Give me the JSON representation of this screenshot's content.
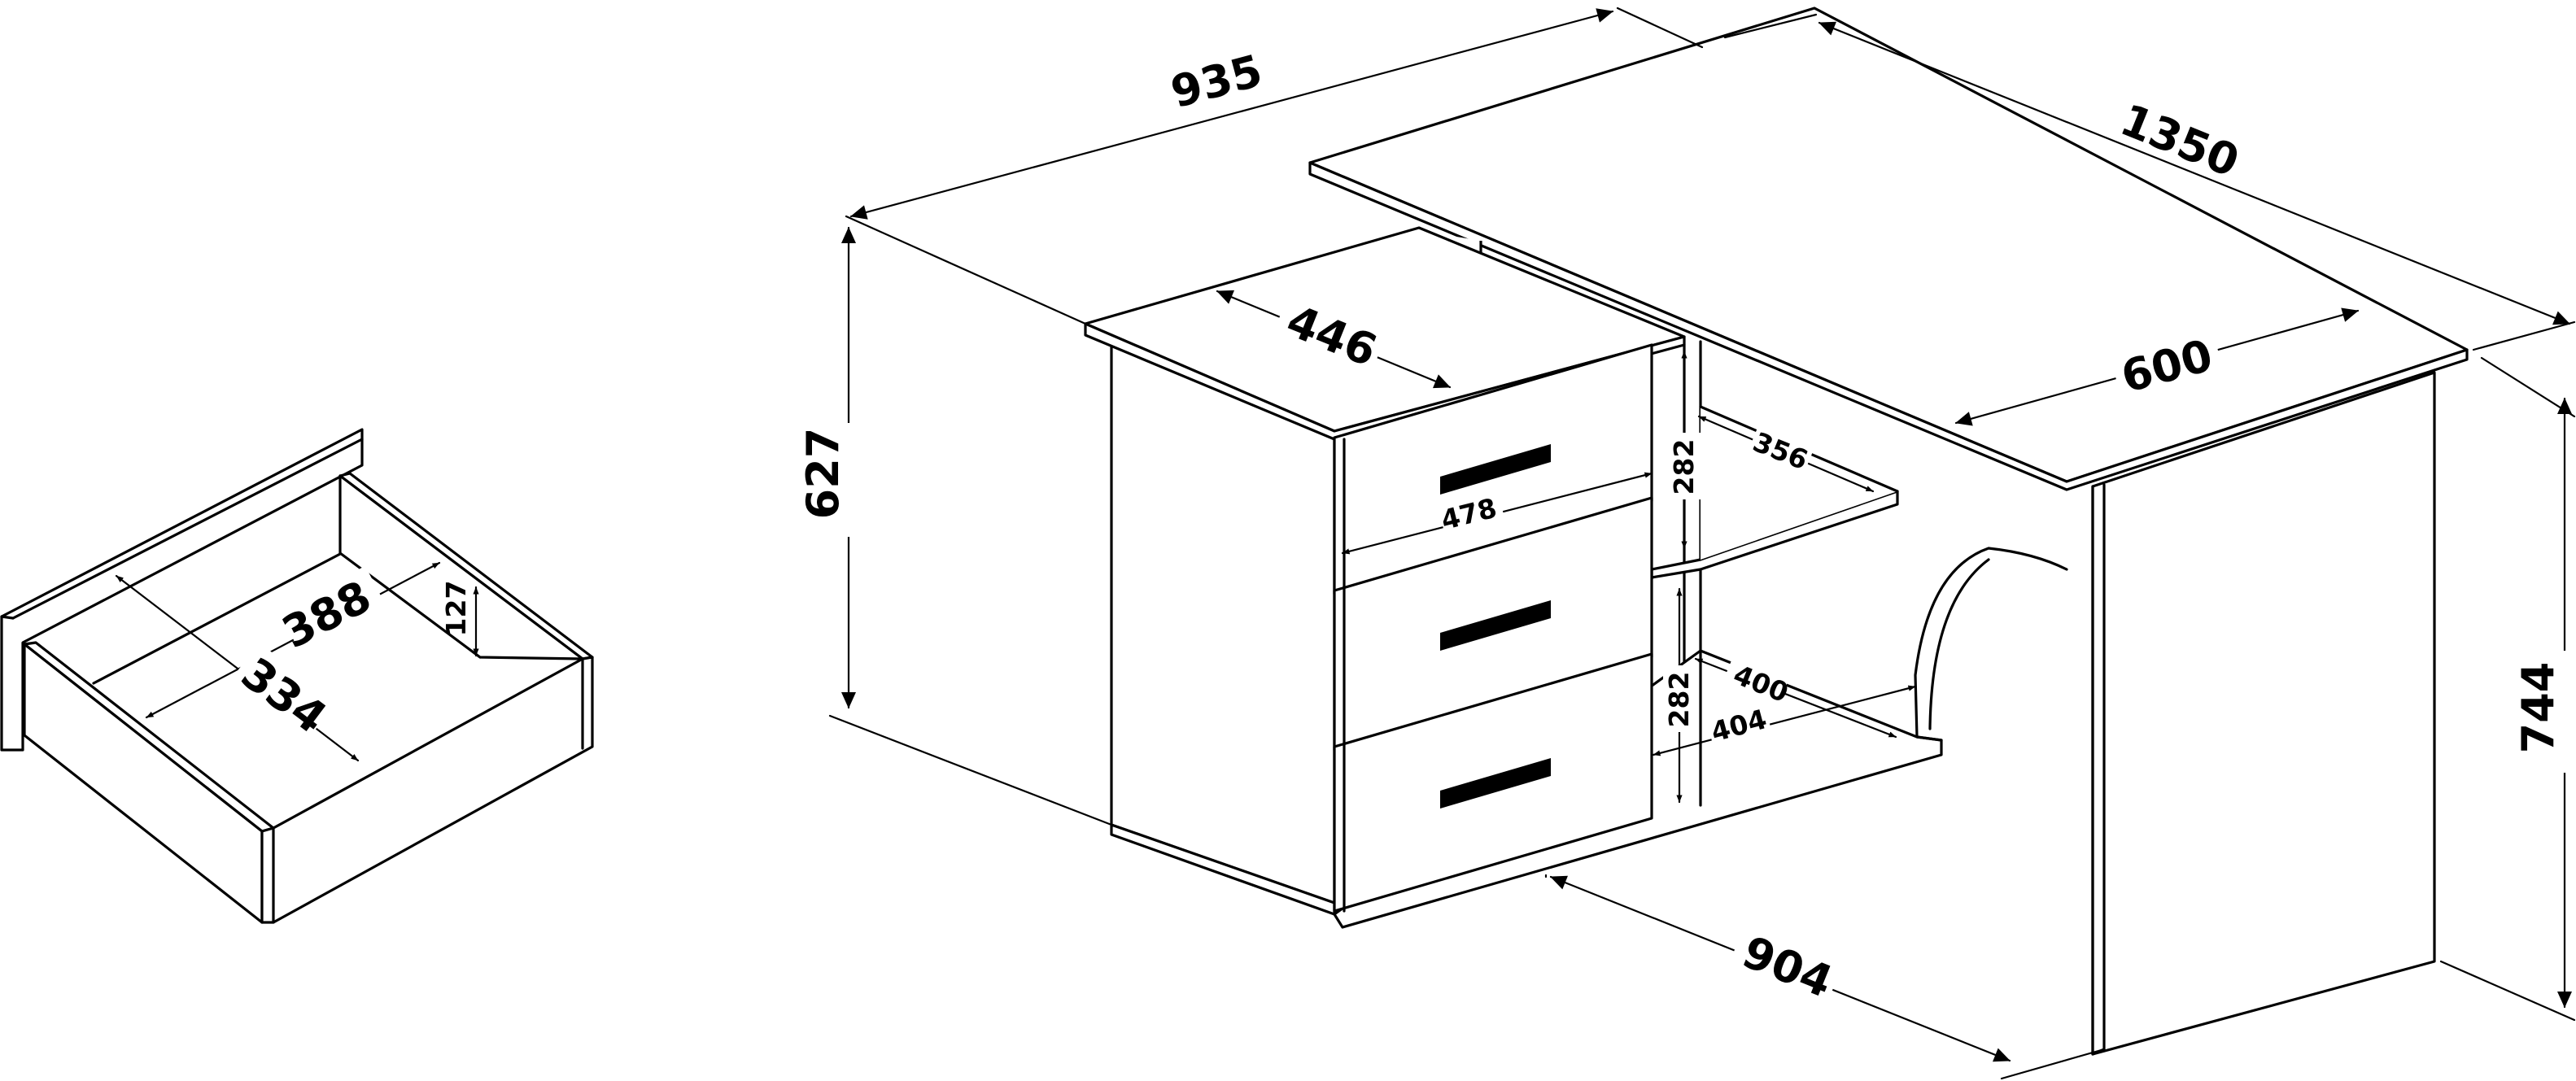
{
  "dimensions": {
    "overall_width": "935",
    "overall_length": "1350",
    "cabinet_height": "627",
    "desk_height": "744",
    "cabinet_depth": "446",
    "top_depth": "600",
    "bottom_length": "904",
    "drawer_front_width": "478",
    "shelf_height_upper": "282",
    "shelf_height_lower": "282",
    "upper_shelf_depth": "356",
    "lower_shelf_depth": "400",
    "lower_shelf_width": "404",
    "drawer_outer_length": "388",
    "drawer_inner_width": "334",
    "drawer_height": "127"
  }
}
